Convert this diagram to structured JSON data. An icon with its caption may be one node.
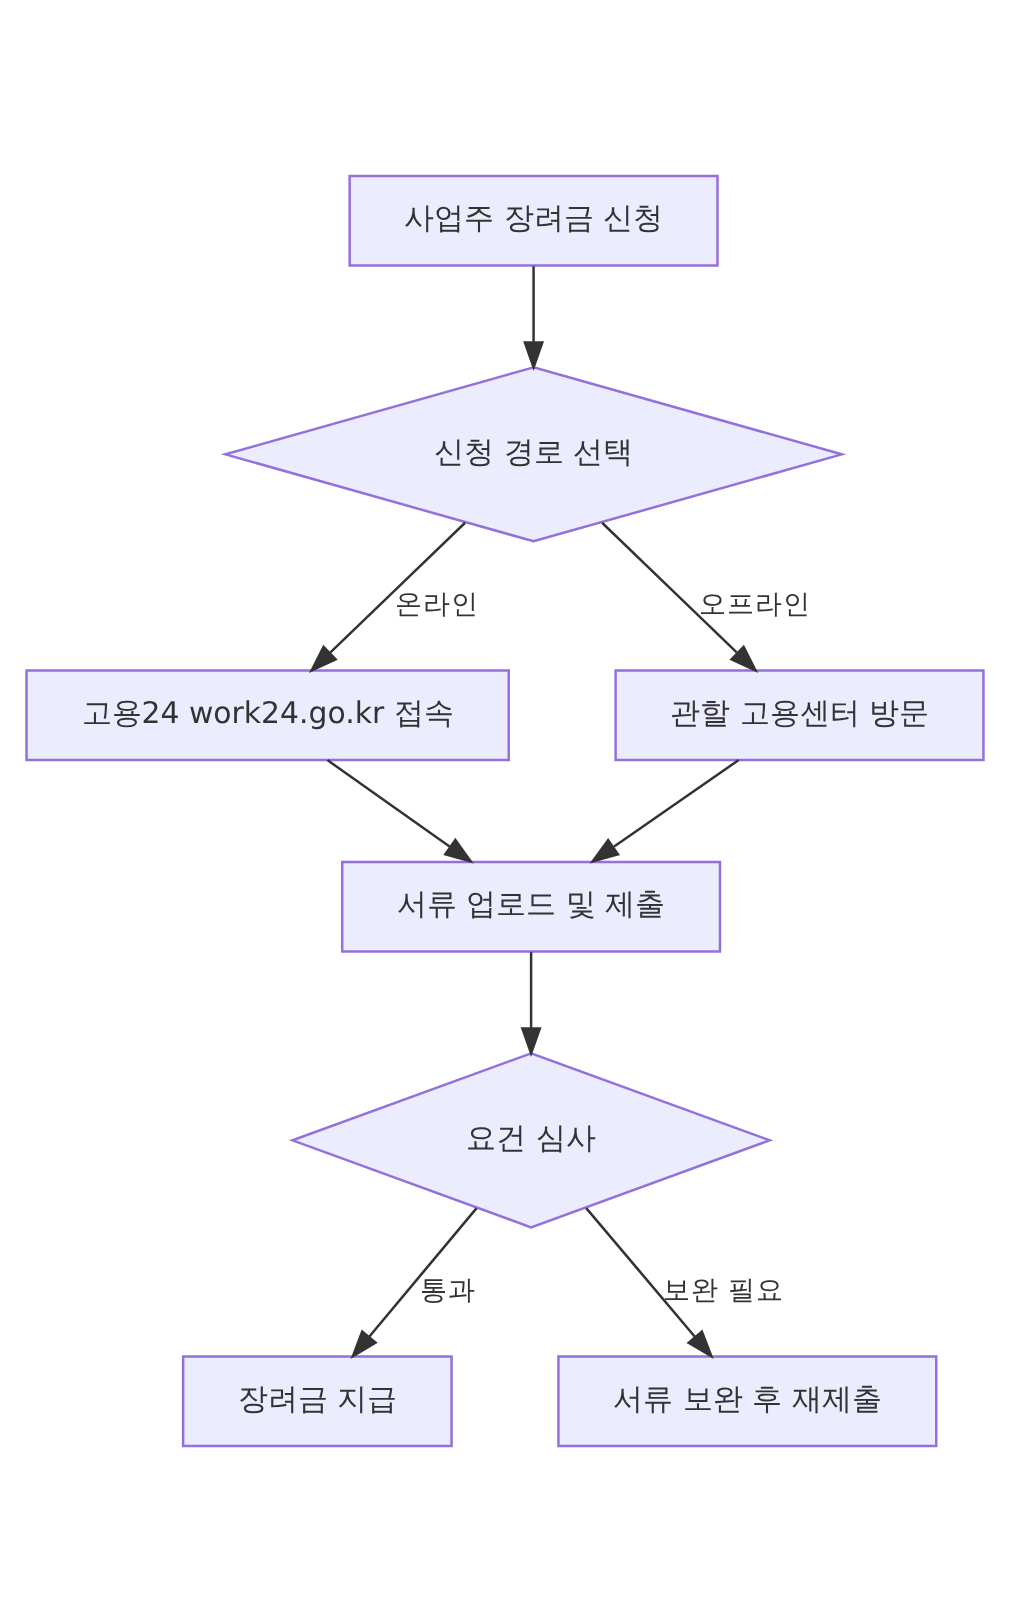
{
  "diagram": {
    "nodes": [
      {
        "text": [
          "사업주 장려금 신청"
        ]
      },
      {
        "text": [
          "신청 경로 선택"
        ]
      },
      {
        "text": [
          "고용24 work24.go.kr 접속"
        ]
      },
      {
        "text": [
          "관할 고용센터 방문"
        ]
      },
      {
        "text": [
          "서류 업로드 및 제출"
        ]
      },
      {
        "text": [
          "요건 심사"
        ]
      },
      {
        "text": [
          "장려금 지급"
        ]
      },
      {
        "text": [
          "서류 보완 후 재제출"
        ]
      }
    ],
    "edges": [
      {
        "from": 0,
        "to": 1,
        "arrow": "to"
      },
      {
        "from": 1,
        "to": 2,
        "arrow": "to",
        "label": "온라인"
      },
      {
        "from": 1,
        "to": 3,
        "arrow": "to",
        "label": "오프라인"
      },
      {
        "from": 2,
        "to": 4,
        "arrow": "to"
      },
      {
        "from": 3,
        "to": 4,
        "arrow": "to"
      },
      {
        "from": 4,
        "to": 5,
        "arrow": "to"
      },
      {
        "from": 5,
        "to": 6,
        "arrow": "to",
        "label": "통과"
      },
      {
        "from": 5,
        "to": 7,
        "arrow": "to",
        "label": "보완 필요"
      }
    ]
  }
}
